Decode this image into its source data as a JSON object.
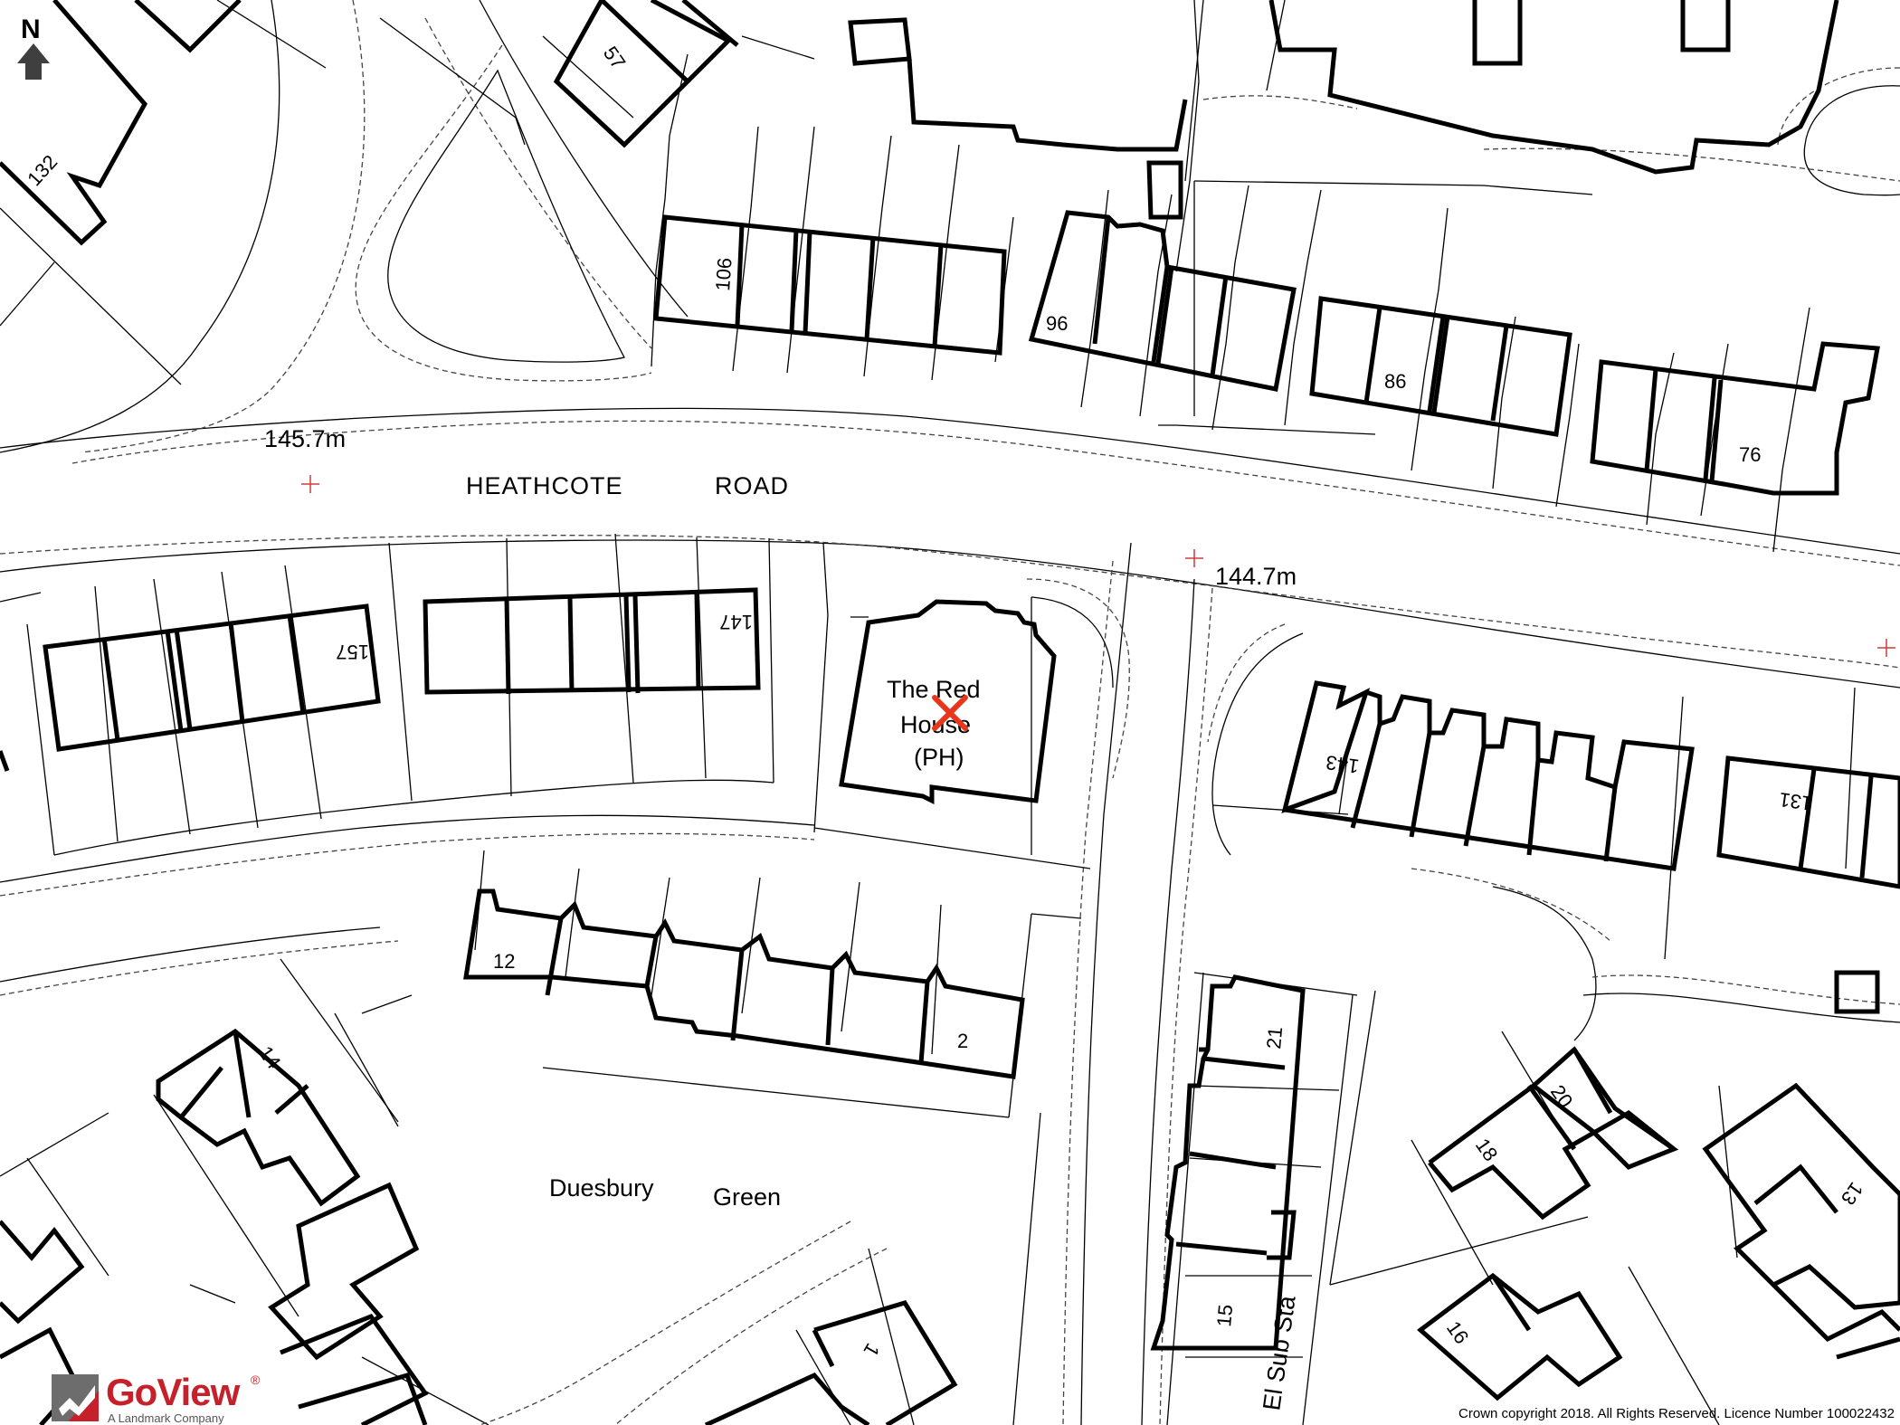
{
  "north_arrow": {
    "label": "N",
    "icon": "north-arrow-icon"
  },
  "roads": {
    "heathcote_a": "HEATHCOTE",
    "heathcote_b": "ROAD"
  },
  "spot_heights": {
    "west": "145.7m",
    "east": "144.7m"
  },
  "features": {
    "pub_line1": "The Red",
    "pub_line2": "House",
    "pub_line3": "(PH)",
    "green_a": "Duesbury",
    "green_b": "Green",
    "substation": "El Sub Sta"
  },
  "house_numbers": {
    "n57": "57",
    "n132": "132",
    "n106": "106",
    "n96": "96",
    "n86": "86",
    "n76": "76",
    "n157": "157",
    "n147": "147",
    "n143": "143",
    "n131": "131",
    "n12": "12",
    "n2": "2",
    "n21": "21",
    "n15": "15",
    "n14": "14",
    "n20": "20",
    "n18": "18",
    "n16": "16",
    "n13": "13",
    "n1": "1"
  },
  "marker": {
    "icon": "red-cross-marker-icon",
    "color": "#e8351c"
  },
  "colors": {
    "brand_red": "#c6202a",
    "site_marker": "#e8351c",
    "survey_cross": "#d23a3a"
  },
  "branding": {
    "name": "GoView",
    "registered": "®",
    "tagline": "A Landmark Company"
  },
  "copyright": "Crown copyright 2018. All Rights Reserved. Licence Number 100022432"
}
